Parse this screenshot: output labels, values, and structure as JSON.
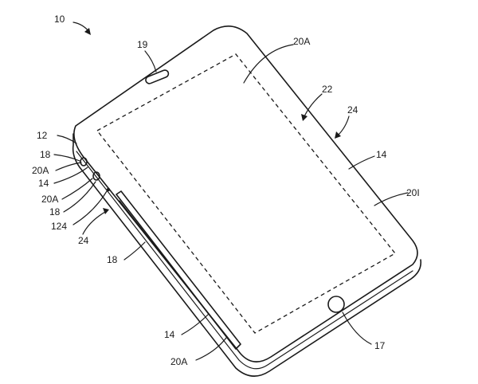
{
  "figure": {
    "labels": {
      "device": "10",
      "button_side": "12",
      "housing_edge": "14",
      "home_button": "17",
      "side_button": "18",
      "receiver": "19",
      "sensor_area": "20A",
      "inactive_area": "20I",
      "display": "22",
      "housing_side": "24",
      "side_component": "124"
    }
  }
}
